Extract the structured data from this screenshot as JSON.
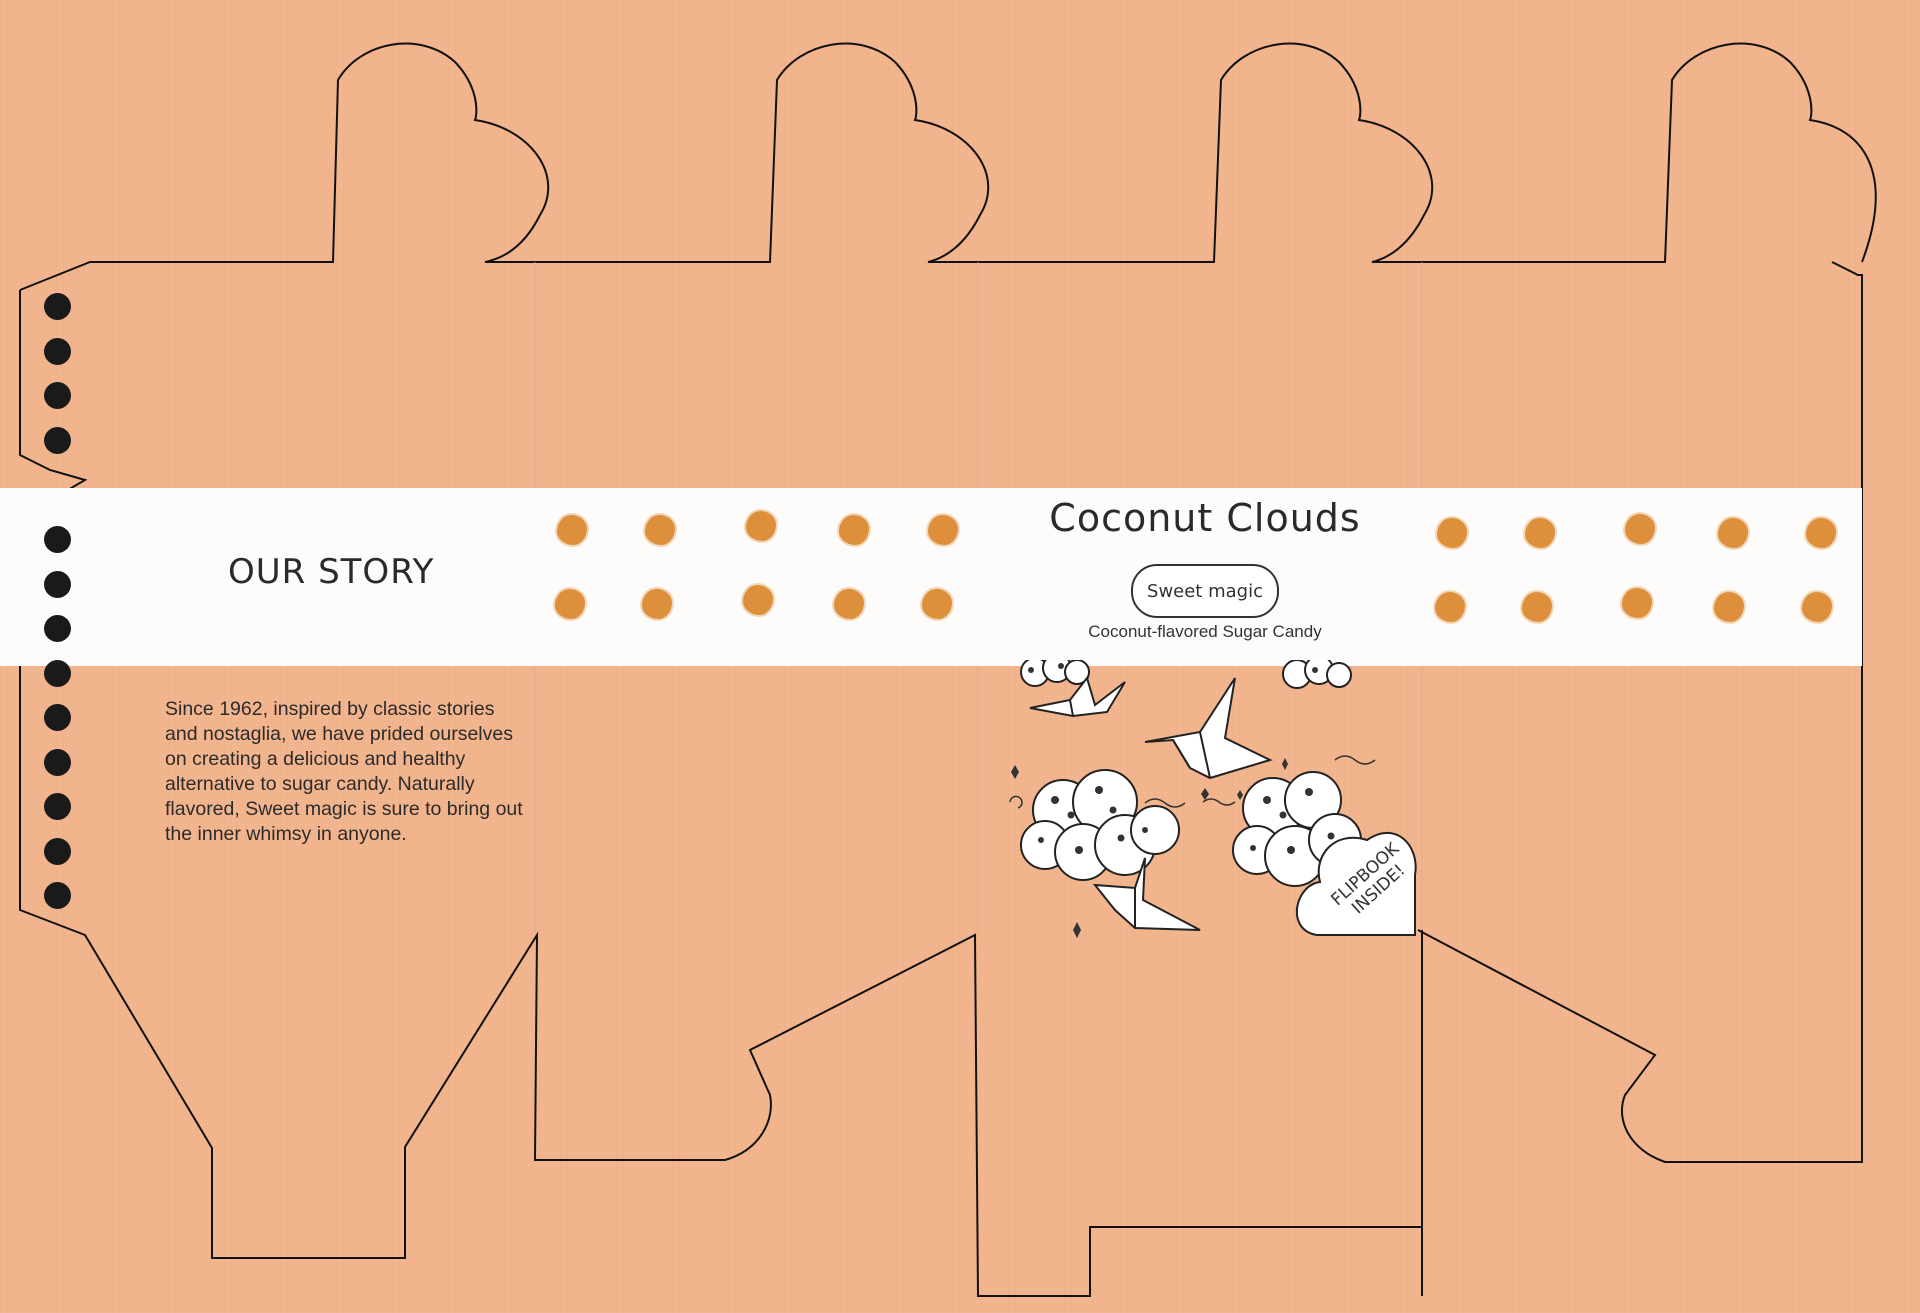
{
  "story": {
    "title": "OUR STORY",
    "body": "Since 1962, inspired by classic stories and nostaglia, we have prided ourselves on creating a delicious and healthy alternative to sugar candy. Naturally flavored, Sweet magic is sure to bring out the inner whimsy in anyone."
  },
  "product": {
    "title": "Coconut Clouds",
    "brand": "Sweet magic",
    "subtitle": "Coconut-flavored Sugar Candy",
    "badge": "FLIPBOOK INSIDE!"
  },
  "colors": {
    "paper": "#f2b48c",
    "band": "#fdfcfa",
    "dots": "#de8f3c",
    "holes": "#1a1a1a",
    "line": "#111111"
  },
  "icons": [
    "binding-hole-icon",
    "orange-dot-icon",
    "paper-crane-icon",
    "coconut-cloud-icon",
    "heart-tag-icon"
  ]
}
